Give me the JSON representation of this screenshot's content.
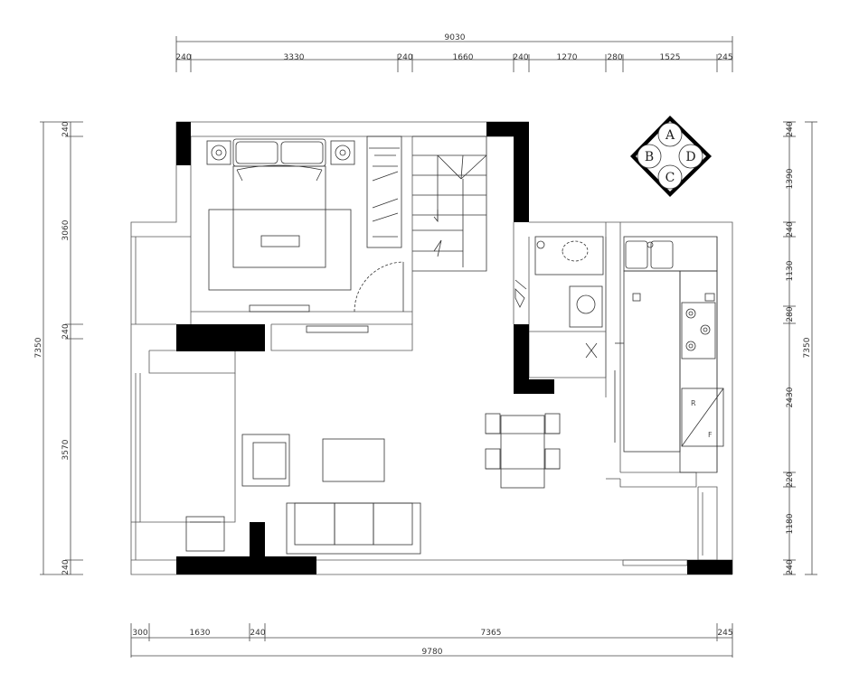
{
  "plan": {
    "top_total": "9030",
    "top_segments": [
      "240",
      "3330",
      "240",
      "1660",
      "240",
      "1270",
      "280",
      "1525",
      "245"
    ],
    "bottom_segments": [
      "300",
      "1630",
      "240",
      "7365",
      "245"
    ],
    "bottom_total": "9780",
    "left_total": "7350",
    "left_segments": [
      "240",
      "3060",
      "240",
      "3570",
      "240"
    ],
    "right_total": "7350",
    "right_segments": [
      "240",
      "1390",
      "240",
      "1130",
      "280",
      "2430",
      "220",
      "1180",
      "240"
    ],
    "compass": {
      "north": "A",
      "west": "B",
      "east": "D",
      "south": "C"
    },
    "fridge_labels": [
      "R",
      "F"
    ]
  }
}
